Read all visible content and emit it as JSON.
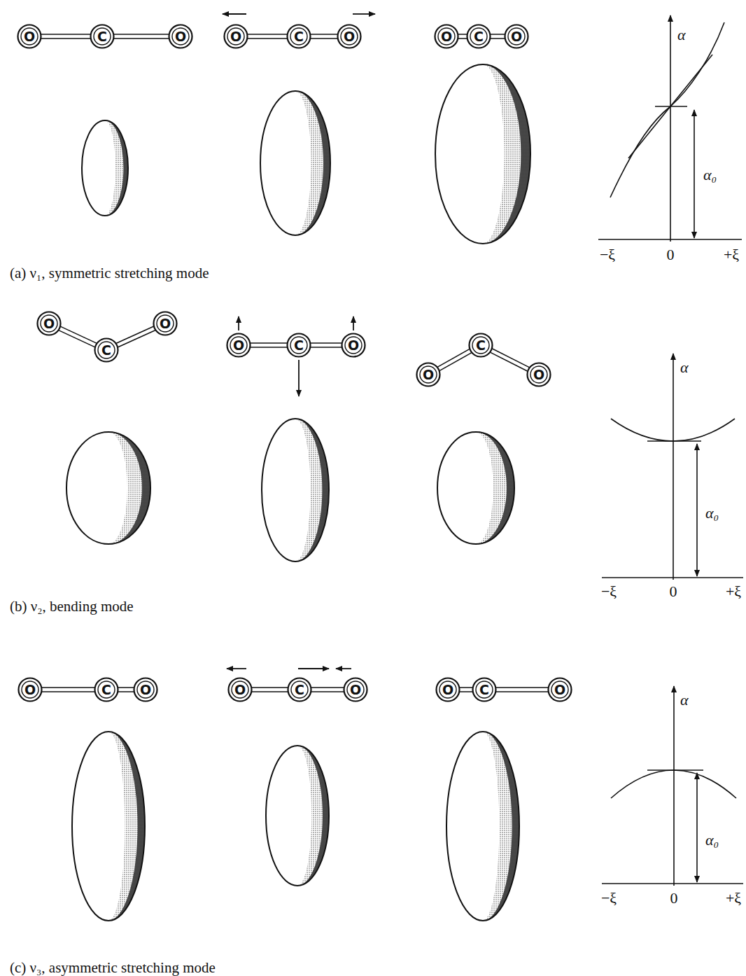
{
  "diagram": {
    "nodes": [
      {
        "text": [
          "O"
        ]
      },
      {
        "text": [
          "C"
        ]
      },
      {
        "text": [
          "O"
        ]
      },
      {
        "text": [
          "O"
        ]
      },
      {
        "text": [
          "C"
        ]
      },
      {
        "text": [
          "O"
        ]
      },
      {
        "text": [
          "O"
        ]
      },
      {
        "text": [
          "C"
        ]
      },
      {
        "text": [
          "O"
        ]
      },
      {
        "text": [
          "O"
        ]
      },
      {
        "text": [
          "C"
        ]
      },
      {
        "text": [
          "O"
        ]
      },
      {
        "text": [
          "O"
        ]
      },
      {
        "text": [
          "C"
        ]
      },
      {
        "text": [
          "O"
        ]
      },
      {
        "text": [
          "O"
        ]
      },
      {
        "text": [
          "C"
        ]
      },
      {
        "text": [
          "O"
        ]
      },
      {
        "text": [
          "O"
        ]
      },
      {
        "text": [
          "C"
        ]
      },
      {
        "text": [
          "O"
        ]
      },
      {
        "text": [
          "O"
        ]
      },
      {
        "text": [
          "C"
        ]
      },
      {
        "text": [
          "O"
        ]
      },
      {
        "text": [
          "O"
        ]
      },
      {
        "text": [
          "C"
        ]
      },
      {
        "text": [
          "O"
        ]
      }
    ],
    "edges": [
      {
        "from": 0,
        "to": 1,
        "arrow": "none"
      },
      {
        "from": 1,
        "to": 2,
        "arrow": "none"
      },
      {
        "from": 3,
        "to": 4,
        "arrow": "none"
      },
      {
        "from": 4,
        "to": 5,
        "arrow": "none"
      },
      {
        "from": 6,
        "to": 7,
        "arrow": "none"
      },
      {
        "from": 7,
        "to": 8,
        "arrow": "none"
      },
      {
        "from": 9,
        "to": 10,
        "arrow": "none"
      },
      {
        "from": 10,
        "to": 11,
        "arrow": "none"
      },
      {
        "from": 12,
        "to": 13,
        "arrow": "none"
      },
      {
        "from": 13,
        "to": 14,
        "arrow": "none"
      },
      {
        "from": 15,
        "to": 16,
        "arrow": "none"
      },
      {
        "from": 16,
        "to": 17,
        "arrow": "none"
      },
      {
        "from": 18,
        "to": 19,
        "arrow": "none"
      },
      {
        "from": 19,
        "to": 20,
        "arrow": "none"
      },
      {
        "from": 21,
        "to": 22,
        "arrow": "none"
      },
      {
        "from": 22,
        "to": 23,
        "arrow": "none"
      },
      {
        "from": 24,
        "to": 25,
        "arrow": "none"
      },
      {
        "from": 25,
        "to": 26,
        "arrow": "none"
      }
    ],
    "labels": [
      "(a) ν₁, symmetric stretching mode",
      "α",
      "α₀",
      "−ξ",
      "0",
      "+ξ",
      "(b) ν₂, bending mode",
      "α",
      "α₀",
      "−ξ",
      "0",
      "+ξ",
      "(c) ν₃, asymmetric stretching mode",
      "α",
      "α₀",
      "−ξ",
      "0",
      "+ξ"
    ]
  }
}
